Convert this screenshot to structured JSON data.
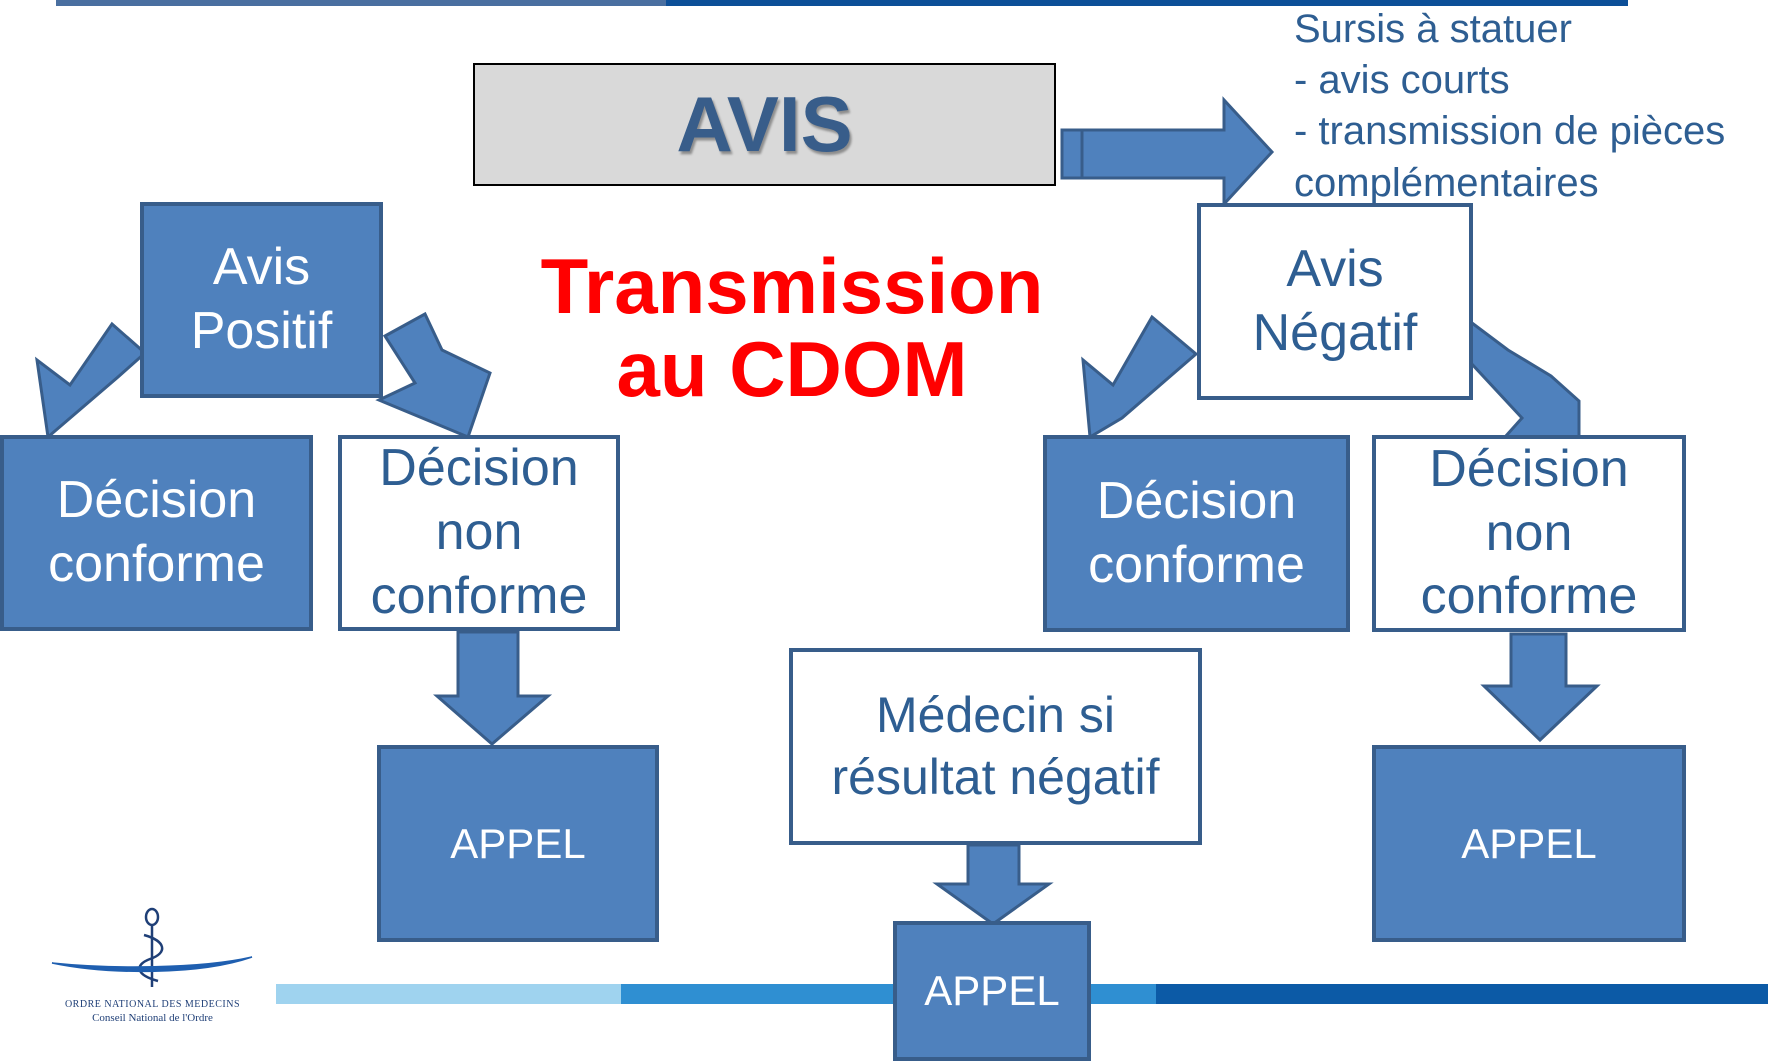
{
  "avis": {
    "label": "AVIS"
  },
  "headline": {
    "line1": "Transmission",
    "line2": "au CDOM"
  },
  "sursis": {
    "line1": "Sursis à statuer",
    "line2": "- avis courts",
    "line3": "- transmission de pièces",
    "line4": "complémentaires"
  },
  "left": {
    "avis_positif": {
      "line1": "Avis",
      "line2": "Positif"
    },
    "decision_conforme": {
      "line1": "Décision",
      "line2": "conforme"
    },
    "decision_non_conforme": {
      "line1": "Décision",
      "line2": "non",
      "line3": "conforme"
    },
    "appel": "APPEL"
  },
  "right": {
    "avis_negatif": {
      "line1": "Avis",
      "line2": "Négatif"
    },
    "decision_conforme": {
      "line1": "Décision",
      "line2": "conforme"
    },
    "decision_non_conforme": {
      "line1": "Décision",
      "line2": "non",
      "line3": "conforme"
    },
    "appel": "APPEL"
  },
  "center": {
    "medecin": {
      "line1": "Médecin si",
      "line2": "résultat négatif"
    },
    "appel": "APPEL"
  },
  "logo": {
    "line1": "ORDRE NATIONAL DES MEDECINS",
    "line2": "Conseil National de l'Ordre"
  },
  "colors": {
    "box_blue": "#4f81bd",
    "box_border": "#385d8a",
    "text_blue": "#2e5e92",
    "headline_red": "#ff0000",
    "avis_grey": "#d9d9d9"
  }
}
